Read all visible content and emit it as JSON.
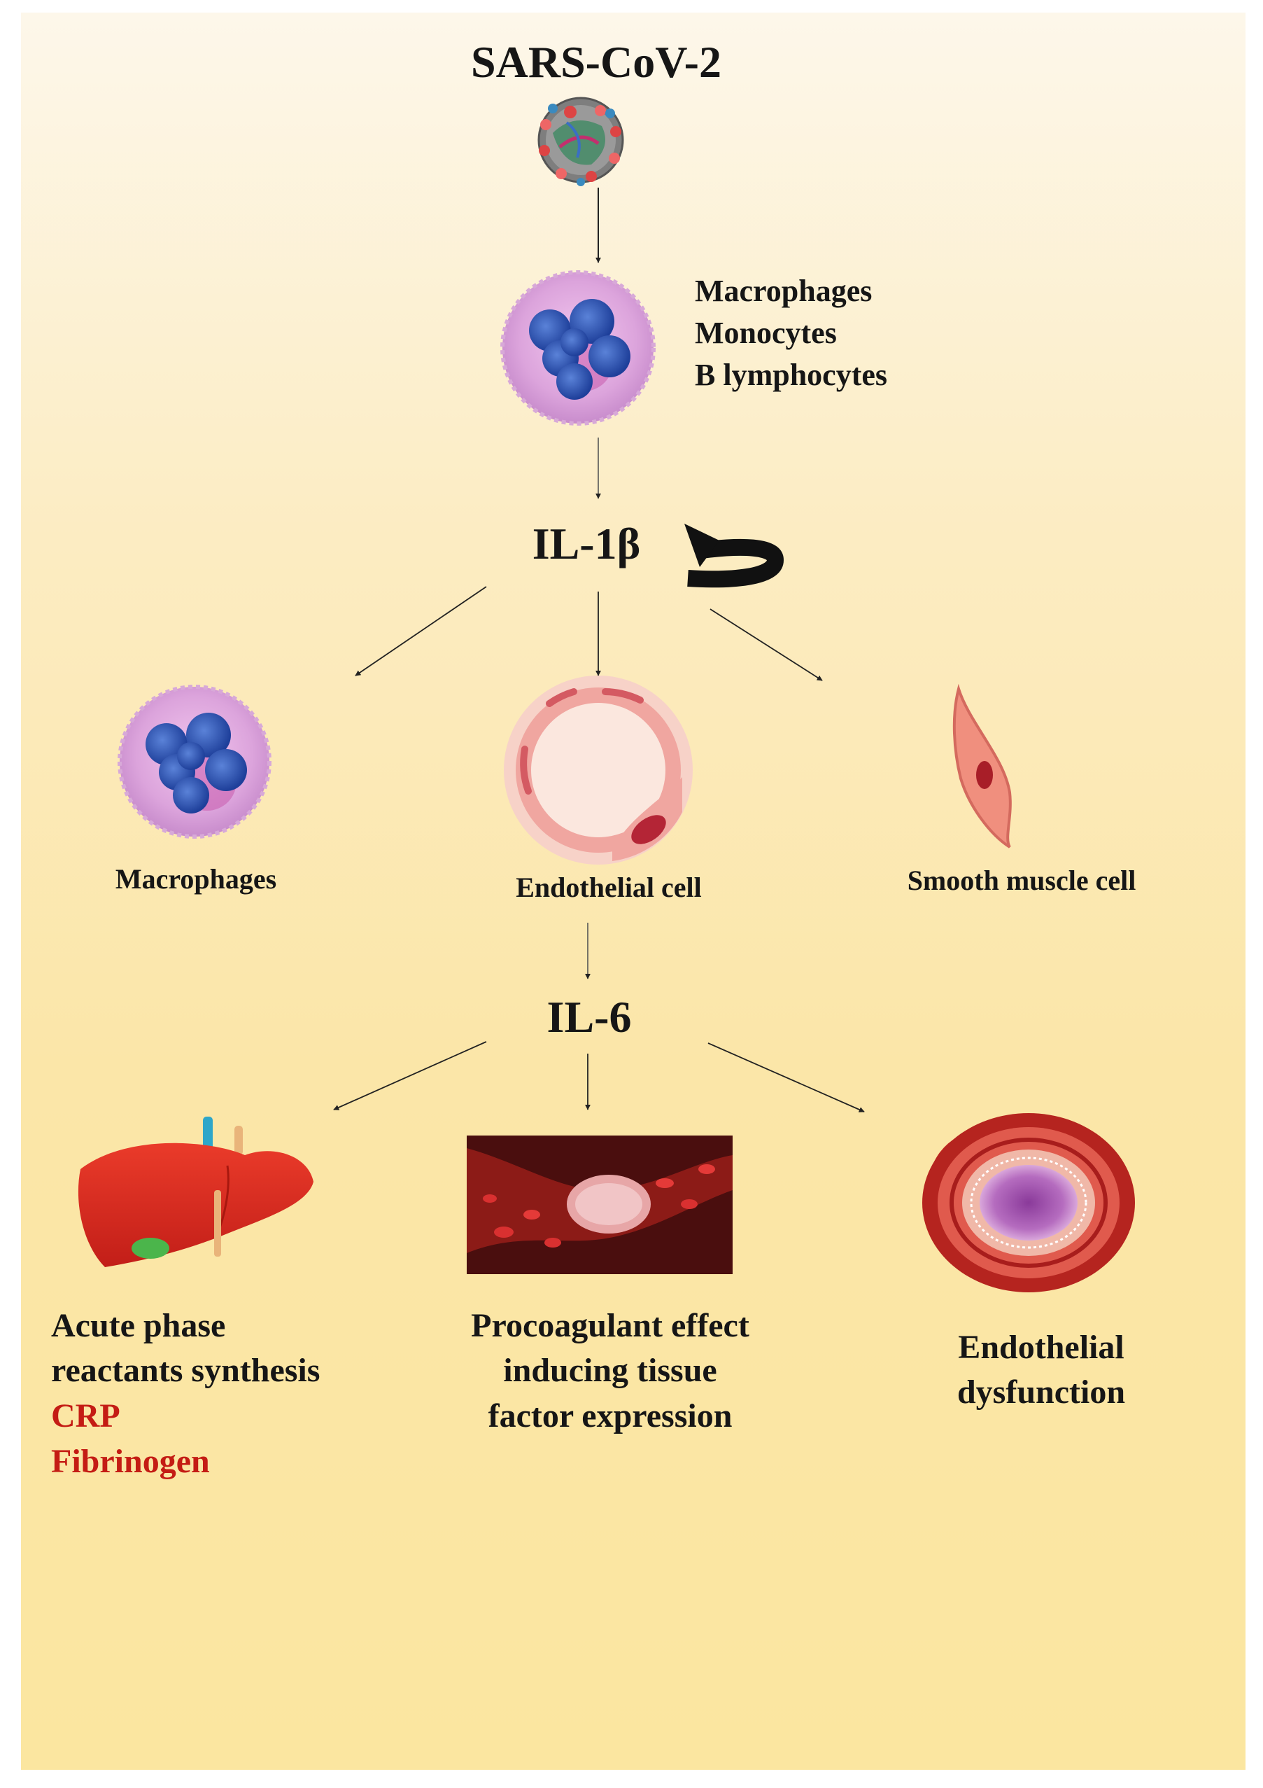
{
  "nodes": {
    "virus": "SARS-CoV-2",
    "immune_cells": [
      "Macrophages",
      "Monocytes",
      "B lymphocytes"
    ],
    "il1b": "IL-1β",
    "macrophages": "Macrophages",
    "endothelial": "Endothelial cell",
    "smooth_muscle": "Smooth muscle cell",
    "il6": "IL-6",
    "liver": {
      "lines": [
        "Acute phase",
        "reactants synthesis"
      ],
      "markers": [
        "CRP",
        "Fibrinogen"
      ]
    },
    "procoagulant": [
      "Procoagulant effect",
      "inducing tissue",
      "factor expression"
    ],
    "endo_dys": [
      "Endothelial",
      "dysfunction"
    ]
  },
  "colors": {
    "background_top": "#fdf7ea",
    "background_bottom": "#fbe6a0",
    "marker_red": "#c41c14",
    "text": "#161616"
  },
  "icons": [
    "virus-icon",
    "immune-cell-icon",
    "autocrine-loop-arrow-icon",
    "macrophage-icon",
    "endothelial-cell-icon",
    "smooth-muscle-cell-icon",
    "liver-icon",
    "blood-clot-icon",
    "artery-cross-section-icon"
  ]
}
